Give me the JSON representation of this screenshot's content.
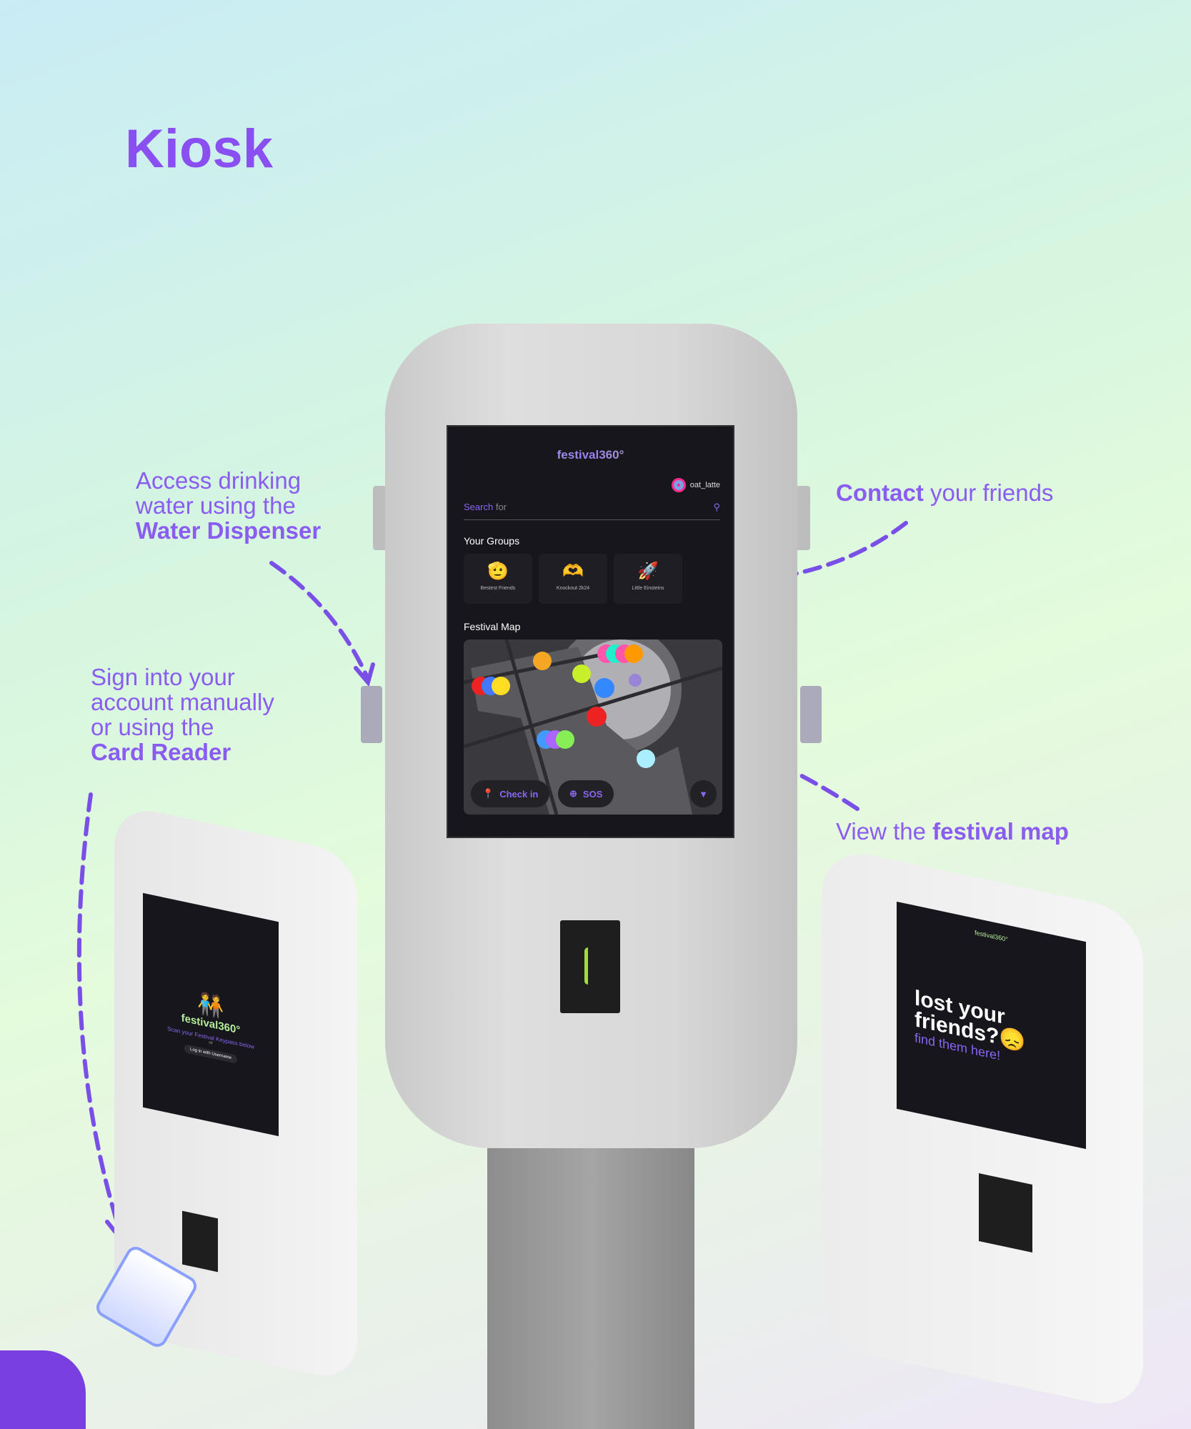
{
  "title": "Kiosk",
  "notes": {
    "water": {
      "line1": "Access drinking",
      "line2": "water using the",
      "bold": "Water Dispenser"
    },
    "card": {
      "line1": "Sign into your",
      "line2": "account manually",
      "line3": "or using the",
      "bold": "Card Reader"
    },
    "contact": {
      "bold": "Contact",
      "rest": " your friends"
    },
    "map": {
      "pre": "View the ",
      "bold": "festival map"
    }
  },
  "screen": {
    "logo": "festival360°",
    "username": "oat_latte",
    "search": {
      "label": "Search",
      "placeholder": "for"
    },
    "groups_title": "Your Groups",
    "groups": [
      {
        "emoji": "🫡",
        "label": "Bestest Friends"
      },
      {
        "emoji": "🫶",
        "label": "Knockout 2k24"
      },
      {
        "emoji": "🚀",
        "label": "Little Einsteins"
      }
    ],
    "map_title": "Festival Map",
    "checkin_label": "Check in",
    "sos_label": "SOS"
  },
  "left_screen": {
    "logo": "festival360°",
    "scan": "Scan your Festival Keypass below",
    "or": "or",
    "login": "Log in with Username"
  },
  "right_screen": {
    "logo": "festival360°",
    "headline": "lost your friends?😞",
    "sub": "find them here!"
  },
  "colors": {
    "accent": "#8a4ff0",
    "screen_bg": "#16161c",
    "reader_light": "#9be03a"
  }
}
